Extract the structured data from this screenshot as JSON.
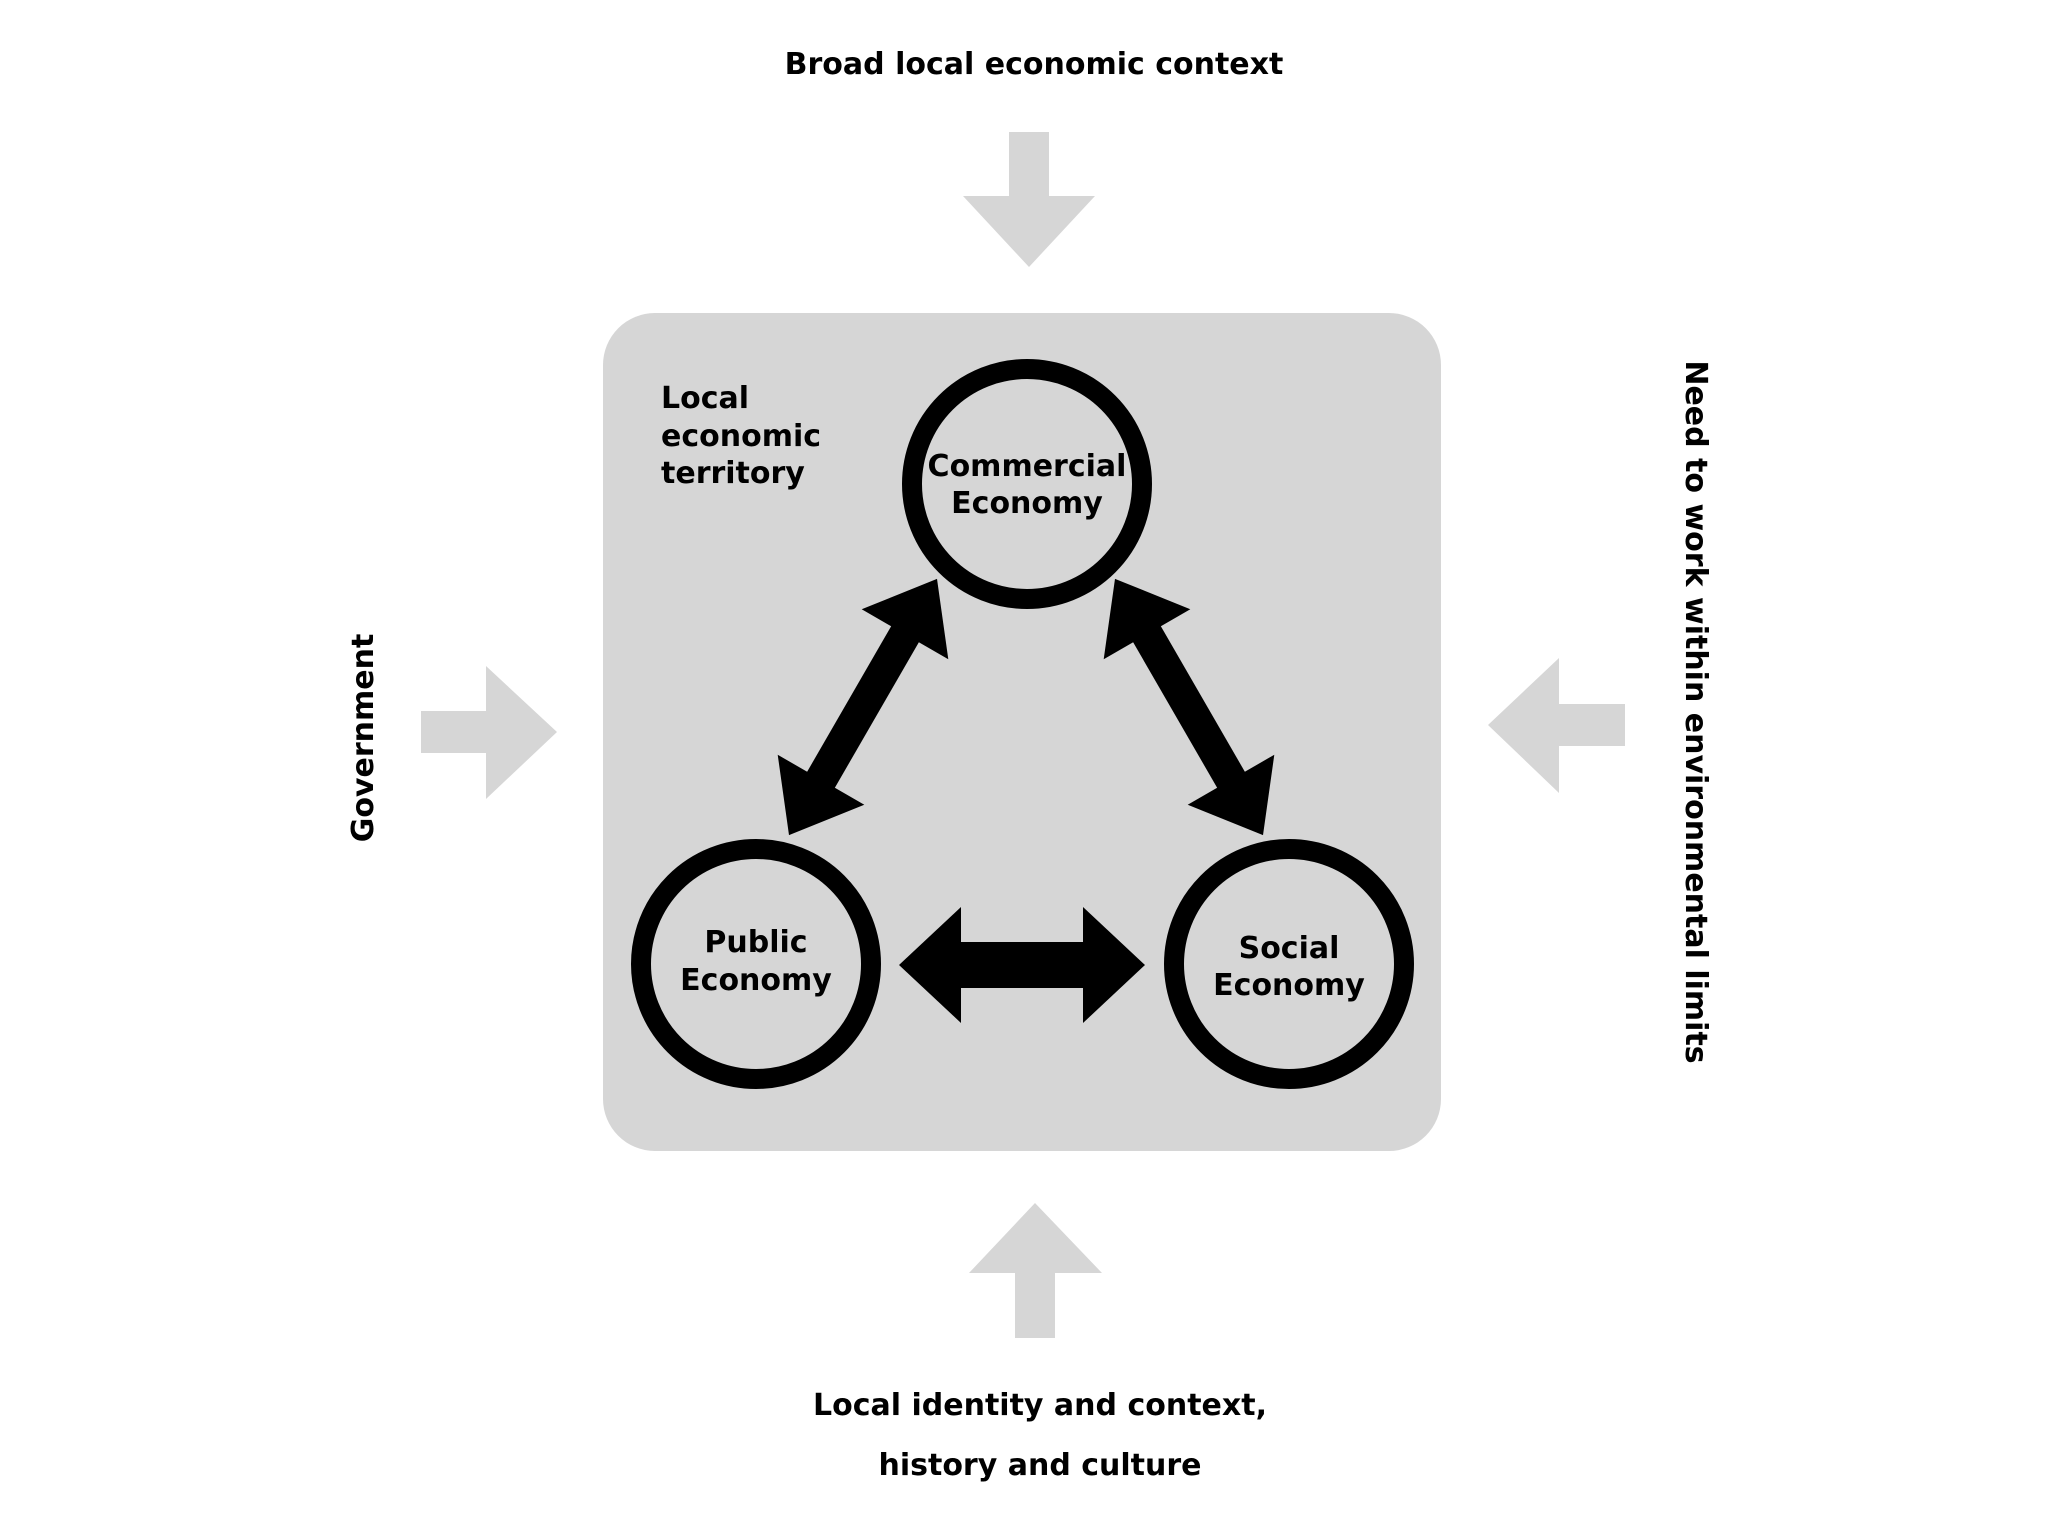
{
  "labels": {
    "top": "Broad local economic context",
    "bottom_line1": "Local identity and context,",
    "bottom_line2": "history and culture",
    "left": "Government",
    "right": "Need to work within environmental limits"
  },
  "territory": {
    "line1": "Local",
    "line2": "economic",
    "line3": "territory"
  },
  "nodes": {
    "commercial": {
      "line1": "Commercial",
      "line2": "Economy"
    },
    "public": {
      "line1": "Public",
      "line2": "Economy"
    },
    "social": {
      "line1": "Social",
      "line2": "Economy"
    }
  },
  "colors": {
    "outer_arrow": "#d6d6d6",
    "territory_fill": "#d6d6d6",
    "ring": "#000000",
    "inner_arrow": "#000000"
  }
}
